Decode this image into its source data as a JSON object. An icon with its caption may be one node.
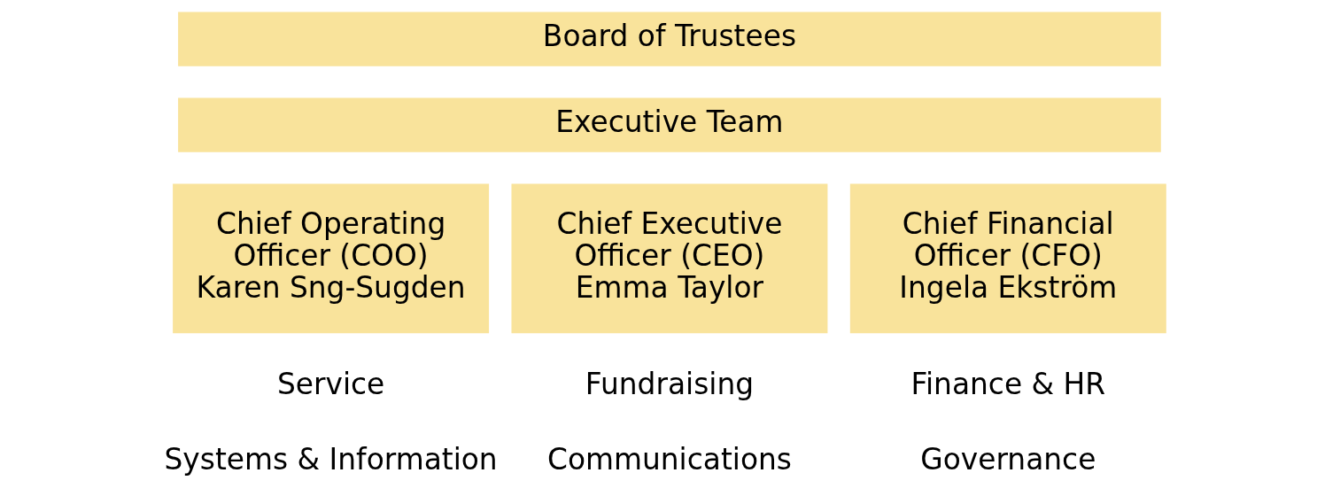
{
  "diagram": {
    "nodes": [
      {
        "text": [
          "Board of Trustees"
        ]
      },
      {
        "text": [
          "Executive Team"
        ]
      },
      {
        "text": [
          "Chief Operating Officer (COO)",
          "Karen Sng-Sugden"
        ],
        "beside": [
          "Service",
          "Systems & Information"
        ]
      },
      {
        "text": [
          "Chief Executive Officer (CEO)",
          "Emma Taylor"
        ],
        "beside": [
          "Fundraising",
          "Communications"
        ]
      },
      {
        "text": [
          "Chief Financial Officer (CFO)",
          "Ingela Ekström"
        ],
        "beside": [
          "Finance & HR",
          "Governance"
        ]
      }
    ],
    "edges": []
  }
}
